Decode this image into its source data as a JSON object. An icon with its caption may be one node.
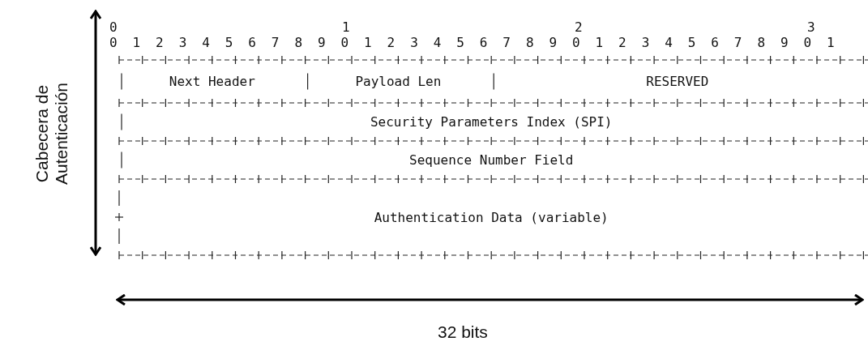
{
  "diagram": {
    "nodes": [
      {
        "text": [
          "Next Header"
        ]
      },
      {
        "text": [
          "Payload Len"
        ]
      },
      {
        "text": [
          "RESERVED"
        ]
      },
      {
        "text": [
          "Security Parameters Index (SPI)"
        ]
      },
      {
        "text": [
          "Sequence Number Field"
        ]
      },
      {
        "text": [
          "Authentication Data (variable)"
        ]
      }
    ],
    "labels": [
      "Cabecera de Autenticación",
      "0",
      "1",
      "2",
      "3",
      "0 1 2 3 4 5 6 7 8 9 0 1 2 3 4 5 6 7 8 9 0 1 2 3 4 5 6 7 8 9 0 1",
      "32 bits"
    ]
  }
}
